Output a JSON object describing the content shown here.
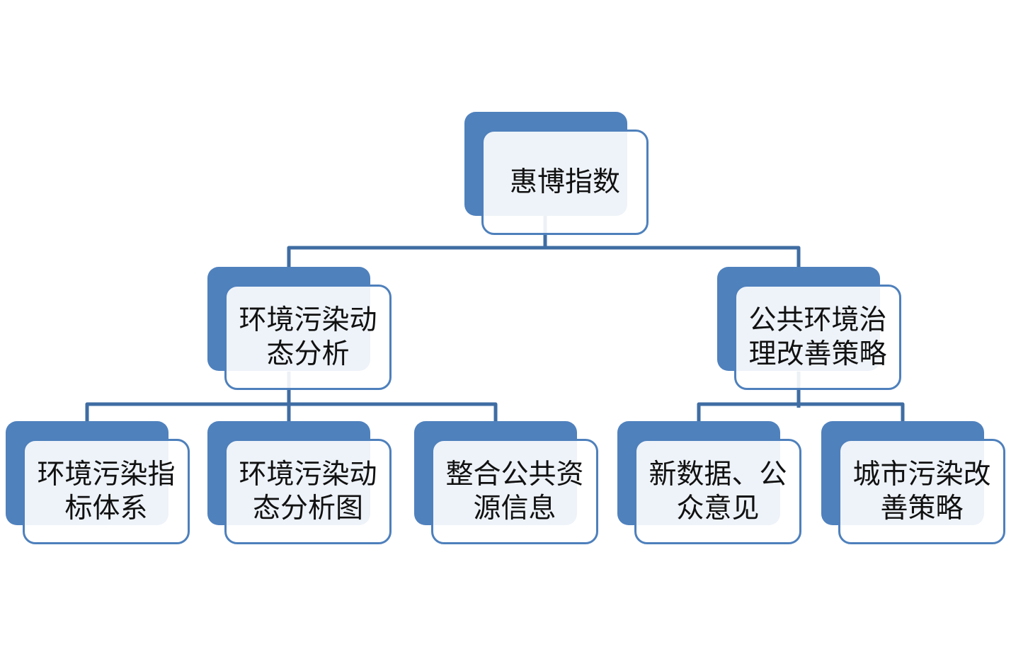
{
  "diagram": {
    "type": "org-chart",
    "colors": {
      "background": "#ffffff",
      "back_box_fill": "#4f81bd",
      "front_box_fill": "rgba(255,255,255,0.9)",
      "front_box_border": "#4e80bc",
      "connector": "#3f6da3",
      "text": "#111111"
    },
    "nodes": [
      {
        "id": "root",
        "label": "惠博指数",
        "level": 1,
        "parent": null
      },
      {
        "id": "branch-left",
        "label": "环境污染动态分析",
        "level": 2,
        "parent": "root"
      },
      {
        "id": "branch-right",
        "label": "公共环境治理改善策略",
        "level": 2,
        "parent": "root"
      },
      {
        "id": "leaf-indicator-system",
        "label": "环境污染指标体系",
        "level": 3,
        "parent": "branch-left"
      },
      {
        "id": "leaf-analysis-chart",
        "label": "环境污染动态分析图",
        "level": 3,
        "parent": "branch-left"
      },
      {
        "id": "leaf-public-resources",
        "label": "整合公共资源信息",
        "level": 3,
        "parent": "branch-left"
      },
      {
        "id": "leaf-new-data",
        "label": "新数据、公众意见",
        "level": 3,
        "parent": "branch-right"
      },
      {
        "id": "leaf-city-strategy",
        "label": "城市污染改善策略",
        "level": 3,
        "parent": "branch-right"
      }
    ]
  }
}
